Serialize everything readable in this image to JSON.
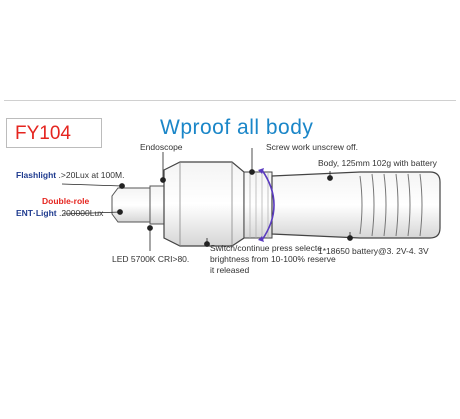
{
  "model": "FY104",
  "title": "Wproof all body",
  "labels": {
    "flashlight_name": "Flashlight",
    "flashlight_spec": ".>20Lux at 100M.",
    "double_role": "Double-role",
    "ent_name": "ENT·Light",
    "ent_spec": ".200000Lux",
    "endoscope": "Endoscope",
    "screw": "Screw work unscrew off.",
    "body": "Body, 125mm 102g with battery",
    "battery": "1*18650 battery@3. 2V-4. 3V",
    "led": "LED 5700K CRI>80.",
    "switch_line1": "Switch/continue press selecte",
    "switch_line2": "brightness from 10-100% reserve",
    "switch_line3": "it released"
  },
  "colors": {
    "model_text": "#e5251f",
    "title_text": "#1a86c8",
    "leader_dots": "#222222",
    "arc_accent": "#5a3bbf"
  }
}
